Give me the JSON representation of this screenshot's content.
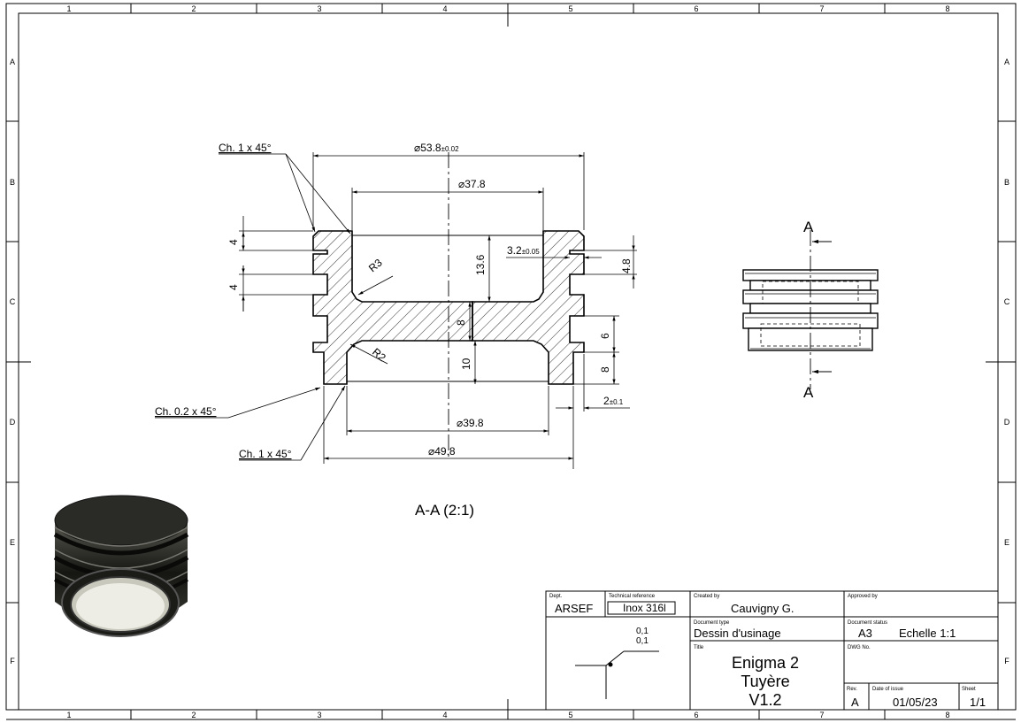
{
  "sheet": {
    "columns": [
      "1",
      "2",
      "3",
      "4",
      "5",
      "6",
      "7",
      "8"
    ],
    "rows": [
      "A",
      "B",
      "C",
      "D",
      "E",
      "F"
    ]
  },
  "section": {
    "view_label": "A-A (2:1)",
    "dims": {
      "d53": "⌀53.8",
      "d53_tol": "±0.02",
      "d37": "⌀37.8",
      "d39": "⌀39.8",
      "d49": "⌀49.8",
      "h136": "13.6",
      "w32": "3.2",
      "w32_tol": "±0.05",
      "v48": "4.8",
      "v4a": "4",
      "v4b": "4",
      "v8a": "8",
      "v10": "10",
      "v6": "6",
      "v8b": "8",
      "w2": "2",
      "w2_tol": "±0.1",
      "r3": "R3",
      "r2": "R2"
    },
    "callouts": {
      "ch1_top": "Ch. 1 x 45°",
      "ch02": "Ch. 0.2 x 45°",
      "ch1_bottom": "Ch. 1 x 45°"
    }
  },
  "side_view": {
    "cut_label_top": "A",
    "cut_label_bottom": "A"
  },
  "surface_finish": {
    "val1": "0,1",
    "val2": "0,1"
  },
  "title_block": {
    "dept_label": "Dept.",
    "dept": "ARSEF",
    "techref_label": "Technical reference",
    "techref": "Inox 316l",
    "created_label": "Created by",
    "created": "Cauvigny G.",
    "approved_label": "Approved by",
    "approved": "",
    "doctype_label": "Document type",
    "doctype": "Dessin d'usinage",
    "docstatus_label": "Document status",
    "format": "A3",
    "scale": "Echelle 1:1",
    "title_label": "Title",
    "title1": "Enigma 2",
    "title2": "Tuyère",
    "title3": "V1.2",
    "dwg_label": "DWG No.",
    "dwg": "",
    "rev_label": "Rev.",
    "rev": "A",
    "date_label": "Date of issue",
    "date": "01/05/23",
    "sheet_label": "Sheet",
    "sheet": "1/1"
  }
}
